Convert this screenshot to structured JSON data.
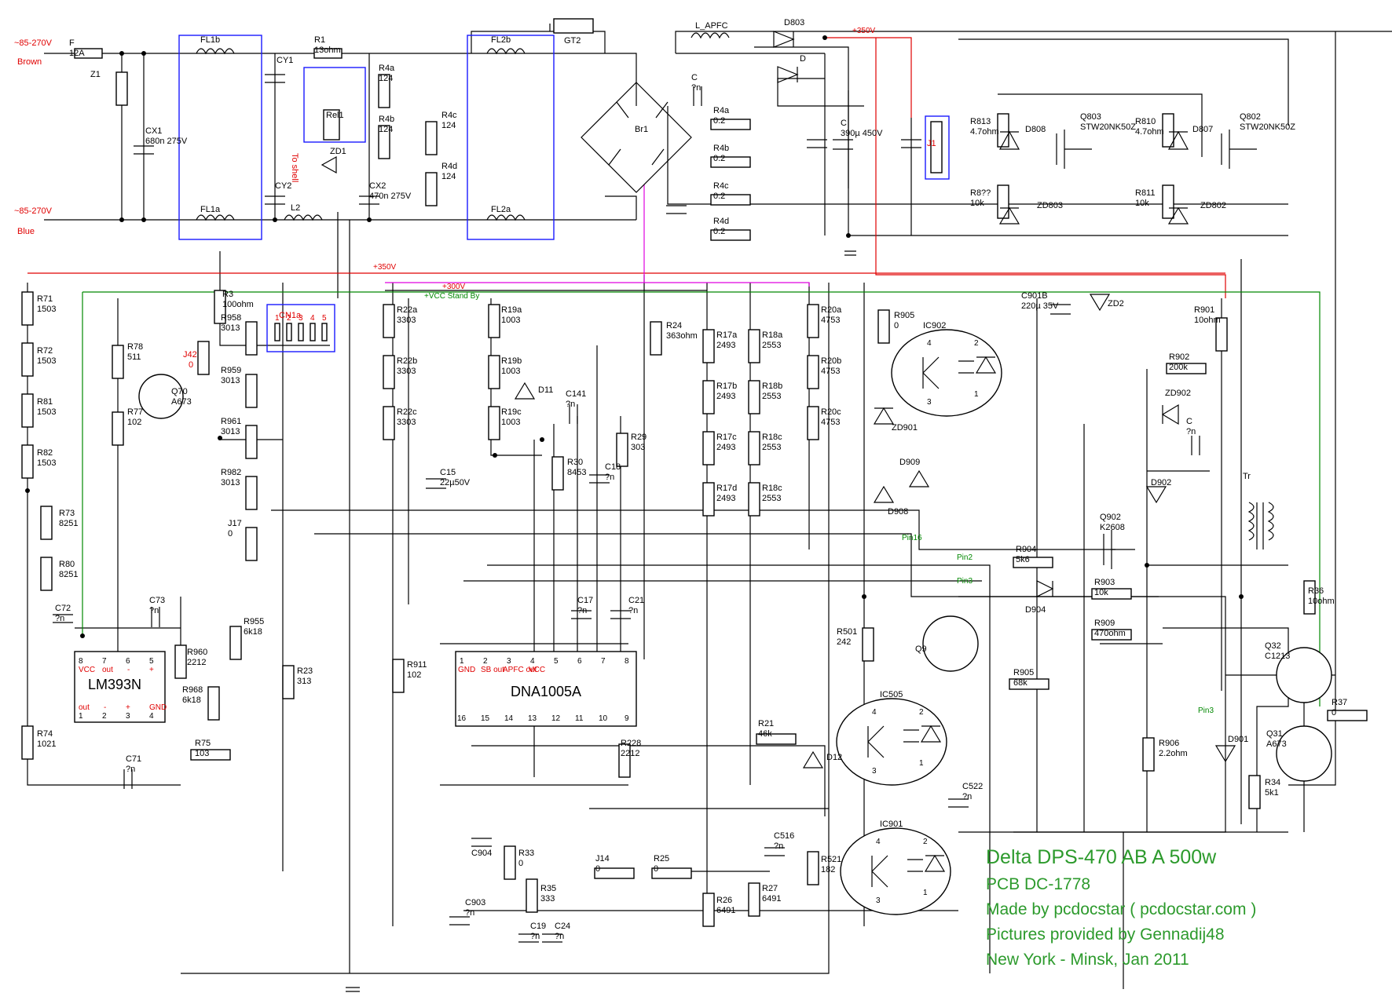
{
  "inputs": {
    "line_a_voltage": "~85-270V",
    "line_a_color": "Brown",
    "line_b_voltage": "~85-270V",
    "line_b_color": "Blue"
  },
  "rails": {
    "hv_top": "+350V",
    "hv_bus": "+350V",
    "v300": "+300V",
    "vcc_standby": "+VCC Stand By"
  },
  "ics": {
    "controller_name": "DNA1005A",
    "controller_pins_top": [
      "1",
      "2",
      "3",
      "4",
      "5",
      "6",
      "7",
      "8"
    ],
    "controller_pins_bottom": [
      "16",
      "15",
      "14",
      "13",
      "12",
      "11",
      "10",
      "9"
    ],
    "controller_pin_labels": [
      "GND",
      "SB out",
      "APFC out",
      "VCC"
    ],
    "comparator_name": "LM393N",
    "comparator_pins_top": [
      "8",
      "7",
      "6",
      "5"
    ],
    "comparator_pins_bottom": [
      "1",
      "2",
      "3",
      "4"
    ],
    "comparator_labels_top": [
      "VCC",
      "out",
      "-",
      "+"
    ],
    "comparator_labels_bottom": [
      "out",
      "-",
      "+",
      "GND"
    ],
    "optos": [
      "IC902",
      "IC505",
      "IC901"
    ],
    "opto_pins": [
      "4",
      "2",
      "3",
      "1"
    ]
  },
  "connectors": {
    "cn1a_label": "CN1a",
    "cn1a_pins": [
      "1",
      "2",
      "3",
      "4",
      "5"
    ],
    "j1_label": "J1",
    "j42_label": "J42",
    "j42_value": "0",
    "shell_note": "To shell"
  },
  "components": [
    {
      "ref": "F",
      "value": "12A"
    },
    {
      "ref": "Z1",
      "value": ""
    },
    {
      "ref": "CX1",
      "value": "680n 275V"
    },
    {
      "ref": "FL1b",
      "value": ""
    },
    {
      "ref": "FL1a",
      "value": ""
    },
    {
      "ref": "CY1",
      "value": ""
    },
    {
      "ref": "CY2",
      "value": ""
    },
    {
      "ref": "R1",
      "value": "13ohm"
    },
    {
      "ref": "Rel1",
      "value": ""
    },
    {
      "ref": "ZD1",
      "value": ""
    },
    {
      "ref": "L2",
      "value": ""
    },
    {
      "ref": "CX2",
      "value": "470n 275V"
    },
    {
      "ref": "R4a",
      "value": "124"
    },
    {
      "ref": "R4b",
      "value": "124"
    },
    {
      "ref": "R4c",
      "value": "124"
    },
    {
      "ref": "R4d",
      "value": "124"
    },
    {
      "ref": "FL2b",
      "value": ""
    },
    {
      "ref": "FL2a",
      "value": ""
    },
    {
      "ref": "GT2",
      "value": ""
    },
    {
      "ref": "Br1",
      "value": ""
    },
    {
      "ref": "L_APFC",
      "value": ""
    },
    {
      "ref": "D803",
      "value": ""
    },
    {
      "ref": "D",
      "value": ""
    },
    {
      "ref": "C",
      "value": "?n"
    },
    {
      "ref": "R4a",
      "value": "0.2"
    },
    {
      "ref": "R4b",
      "value": "0.2"
    },
    {
      "ref": "R4c",
      "value": "0.2"
    },
    {
      "ref": "R4d",
      "value": "0.2"
    },
    {
      "ref": "C",
      "value": "390µ 450V"
    },
    {
      "ref": "R813",
      "value": "4.7ohm"
    },
    {
      "ref": "D808",
      "value": ""
    },
    {
      "ref": "Q803",
      "value": "STW20NK50Z"
    },
    {
      "ref": "R8??",
      "value": "10k"
    },
    {
      "ref": "ZD803",
      "value": ""
    },
    {
      "ref": "R810",
      "value": "4.7ohm"
    },
    {
      "ref": "D807",
      "value": ""
    },
    {
      "ref": "Q802",
      "value": "STW20NK50Z"
    },
    {
      "ref": "R811",
      "value": "10k"
    },
    {
      "ref": "ZD802",
      "value": ""
    },
    {
      "ref": "R71",
      "value": "1503"
    },
    {
      "ref": "R72",
      "value": "1503"
    },
    {
      "ref": "R81",
      "value": "1503"
    },
    {
      "ref": "R82",
      "value": "1503"
    },
    {
      "ref": "R73",
      "value": "8251"
    },
    {
      "ref": "R80",
      "value": "8251"
    },
    {
      "ref": "C72",
      "value": "?n"
    },
    {
      "ref": "R74",
      "value": "1021"
    },
    {
      "ref": "R78",
      "value": "511"
    },
    {
      "ref": "R77",
      "value": "102"
    },
    {
      "ref": "Q70",
      "value": "A673"
    },
    {
      "ref": "R3",
      "value": "100ohm"
    },
    {
      "ref": "R958",
      "value": "3013"
    },
    {
      "ref": "R959",
      "value": "3013"
    },
    {
      "ref": "R961",
      "value": "3013"
    },
    {
      "ref": "R982",
      "value": "3013"
    },
    {
      "ref": "J17",
      "value": "0"
    },
    {
      "ref": "C73",
      "value": "?n"
    },
    {
      "ref": "R960",
      "value": "2212"
    },
    {
      "ref": "R968",
      "value": "6k18"
    },
    {
      "ref": "R955",
      "value": "6k18"
    },
    {
      "ref": "R75",
      "value": "103"
    },
    {
      "ref": "C71",
      "value": "?n"
    },
    {
      "ref": "R23",
      "value": "313"
    },
    {
      "ref": "R22a",
      "value": "3303"
    },
    {
      "ref": "R22b",
      "value": "3303"
    },
    {
      "ref": "R22c",
      "value": "3303"
    },
    {
      "ref": "R19a",
      "value": "1003"
    },
    {
      "ref": "R19b",
      "value": "1003"
    },
    {
      "ref": "R19c",
      "value": "1003"
    },
    {
      "ref": "D11",
      "value": ""
    },
    {
      "ref": "C141",
      "value": "?n"
    },
    {
      "ref": "R30",
      "value": "8453"
    },
    {
      "ref": "C18",
      "value": "?n"
    },
    {
      "ref": "R29",
      "value": "303"
    },
    {
      "ref": "C15",
      "value": "22µ50V"
    },
    {
      "ref": "R24",
      "value": "363ohm"
    },
    {
      "ref": "R17a",
      "value": "2493"
    },
    {
      "ref": "R17b",
      "value": "2493"
    },
    {
      "ref": "R17c",
      "value": "2493"
    },
    {
      "ref": "R17d",
      "value": "2493"
    },
    {
      "ref": "R18a",
      "value": "2553"
    },
    {
      "ref": "R18b",
      "value": "2553"
    },
    {
      "ref": "R18c",
      "value": "2553"
    },
    {
      "ref": "R18c",
      "value": "2553"
    },
    {
      "ref": "R20a",
      "value": "4753"
    },
    {
      "ref": "R20b",
      "value": "4753"
    },
    {
      "ref": "R20c",
      "value": "4753"
    },
    {
      "ref": "C17",
      "value": "?n"
    },
    {
      "ref": "C21",
      "value": "?n"
    },
    {
      "ref": "R911",
      "value": "102"
    },
    {
      "ref": "R228",
      "value": "2212"
    },
    {
      "ref": "R21",
      "value": "46k"
    },
    {
      "ref": "D12",
      "value": ""
    },
    {
      "ref": "C904",
      "value": ""
    },
    {
      "ref": "R33",
      "value": "0"
    },
    {
      "ref": "R35",
      "value": "333"
    },
    {
      "ref": "C903",
      "value": "?n"
    },
    {
      "ref": "C19",
      "value": "?n"
    },
    {
      "ref": "C24",
      "value": "?n"
    },
    {
      "ref": "J14",
      "value": "0"
    },
    {
      "ref": "R25",
      "value": "0"
    },
    {
      "ref": "R26",
      "value": "6491"
    },
    {
      "ref": "R27",
      "value": "6491"
    },
    {
      "ref": "C516",
      "value": "?n"
    },
    {
      "ref": "R521",
      "value": "182"
    },
    {
      "ref": "R905",
      "value": "0"
    },
    {
      "ref": "ZD901",
      "value": ""
    },
    {
      "ref": "D909",
      "value": ""
    },
    {
      "ref": "D908",
      "value": ""
    },
    {
      "ref": "R501",
      "value": "242"
    },
    {
      "ref": "Q9",
      "value": ""
    },
    {
      "ref": "C522",
      "value": "?n"
    },
    {
      "ref": "C901B",
      "value": "220µ 35V"
    },
    {
      "ref": "ZD2",
      "value": ""
    },
    {
      "ref": "R901",
      "value": "10ohm"
    },
    {
      "ref": "R902",
      "value": "200k"
    },
    {
      "ref": "ZD902",
      "value": ""
    },
    {
      "ref": "C",
      "value": "?n"
    },
    {
      "ref": "Tr",
      "value": ""
    },
    {
      "ref": "D902",
      "value": ""
    },
    {
      "ref": "Q902",
      "value": "K2608"
    },
    {
      "ref": "R904",
      "value": "5k6"
    },
    {
      "ref": "D904",
      "value": ""
    },
    {
      "ref": "R903",
      "value": "10k"
    },
    {
      "ref": "R909",
      "value": "470ohm"
    },
    {
      "ref": "R905",
      "value": "68k"
    },
    {
      "ref": "R906",
      "value": "2.2ohm"
    },
    {
      "ref": "D901",
      "value": ""
    },
    {
      "ref": "R36",
      "value": "10ohm"
    },
    {
      "ref": "Q32",
      "value": "C1213"
    },
    {
      "ref": "R37",
      "value": "0"
    },
    {
      "ref": "Q31",
      "value": "A673"
    },
    {
      "ref": "R34",
      "value": "5k1"
    }
  ],
  "net_labels": [
    "Pin16",
    "Pin2",
    "Pin3",
    "Pin3"
  ],
  "notes": {
    "title": "Delta DPS-470 AB A 500w",
    "pcb": "PCB DC-1778",
    "author": "Made by pcdocstar ( pcdocstar.com )",
    "pictures": "Pictures provided by Gennadij48",
    "place": "New York - Minsk, Jan 2011"
  },
  "colors": {
    "wire": "#000000",
    "hv_rail": "#e00000",
    "v300_rail": "#e000e0",
    "standby_rail": "#008800",
    "filter_box": "#1a1aff",
    "notes": "#2c9a2c"
  }
}
